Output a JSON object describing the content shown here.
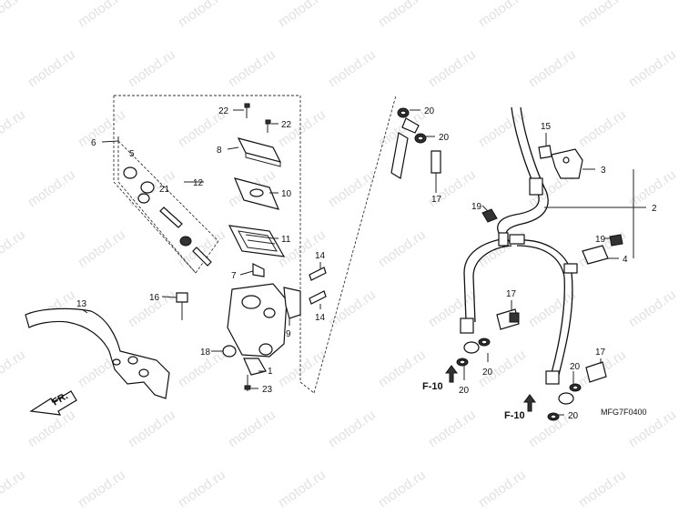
{
  "watermark": {
    "text": "motod.ru"
  },
  "diagram_code": "MFG7F0400",
  "fr_arrow_label": "FR.",
  "ref_labels": [
    "F-10",
    "F-10"
  ],
  "part_labels": [
    {
      "id": "p1",
      "text": "1"
    },
    {
      "id": "p2",
      "text": "2"
    },
    {
      "id": "p3",
      "text": "3"
    },
    {
      "id": "p4",
      "text": "4"
    },
    {
      "id": "p5",
      "text": "5"
    },
    {
      "id": "p6",
      "text": "6"
    },
    {
      "id": "p7",
      "text": "7"
    },
    {
      "id": "p8",
      "text": "8"
    },
    {
      "id": "p9",
      "text": "9"
    },
    {
      "id": "p10",
      "text": "10"
    },
    {
      "id": "p11",
      "text": "11"
    },
    {
      "id": "p12",
      "text": "12"
    },
    {
      "id": "p13",
      "text": "13"
    },
    {
      "id": "p14a",
      "text": "14"
    },
    {
      "id": "p14b",
      "text": "14"
    },
    {
      "id": "p15",
      "text": "15"
    },
    {
      "id": "p16",
      "text": "16"
    },
    {
      "id": "p17a",
      "text": "17"
    },
    {
      "id": "p17b",
      "text": "17"
    },
    {
      "id": "p17c",
      "text": "17"
    },
    {
      "id": "p18",
      "text": "18"
    },
    {
      "id": "p19a",
      "text": "19"
    },
    {
      "id": "p19b",
      "text": "19"
    },
    {
      "id": "p20a",
      "text": "20"
    },
    {
      "id": "p20b",
      "text": "20"
    },
    {
      "id": "p20c",
      "text": "20"
    },
    {
      "id": "p20d",
      "text": "20"
    },
    {
      "id": "p20e",
      "text": "20"
    },
    {
      "id": "p20f",
      "text": "20"
    },
    {
      "id": "p21",
      "text": "21"
    },
    {
      "id": "p22a",
      "text": "22"
    },
    {
      "id": "p22b",
      "text": "22"
    },
    {
      "id": "p23",
      "text": "23"
    }
  ]
}
